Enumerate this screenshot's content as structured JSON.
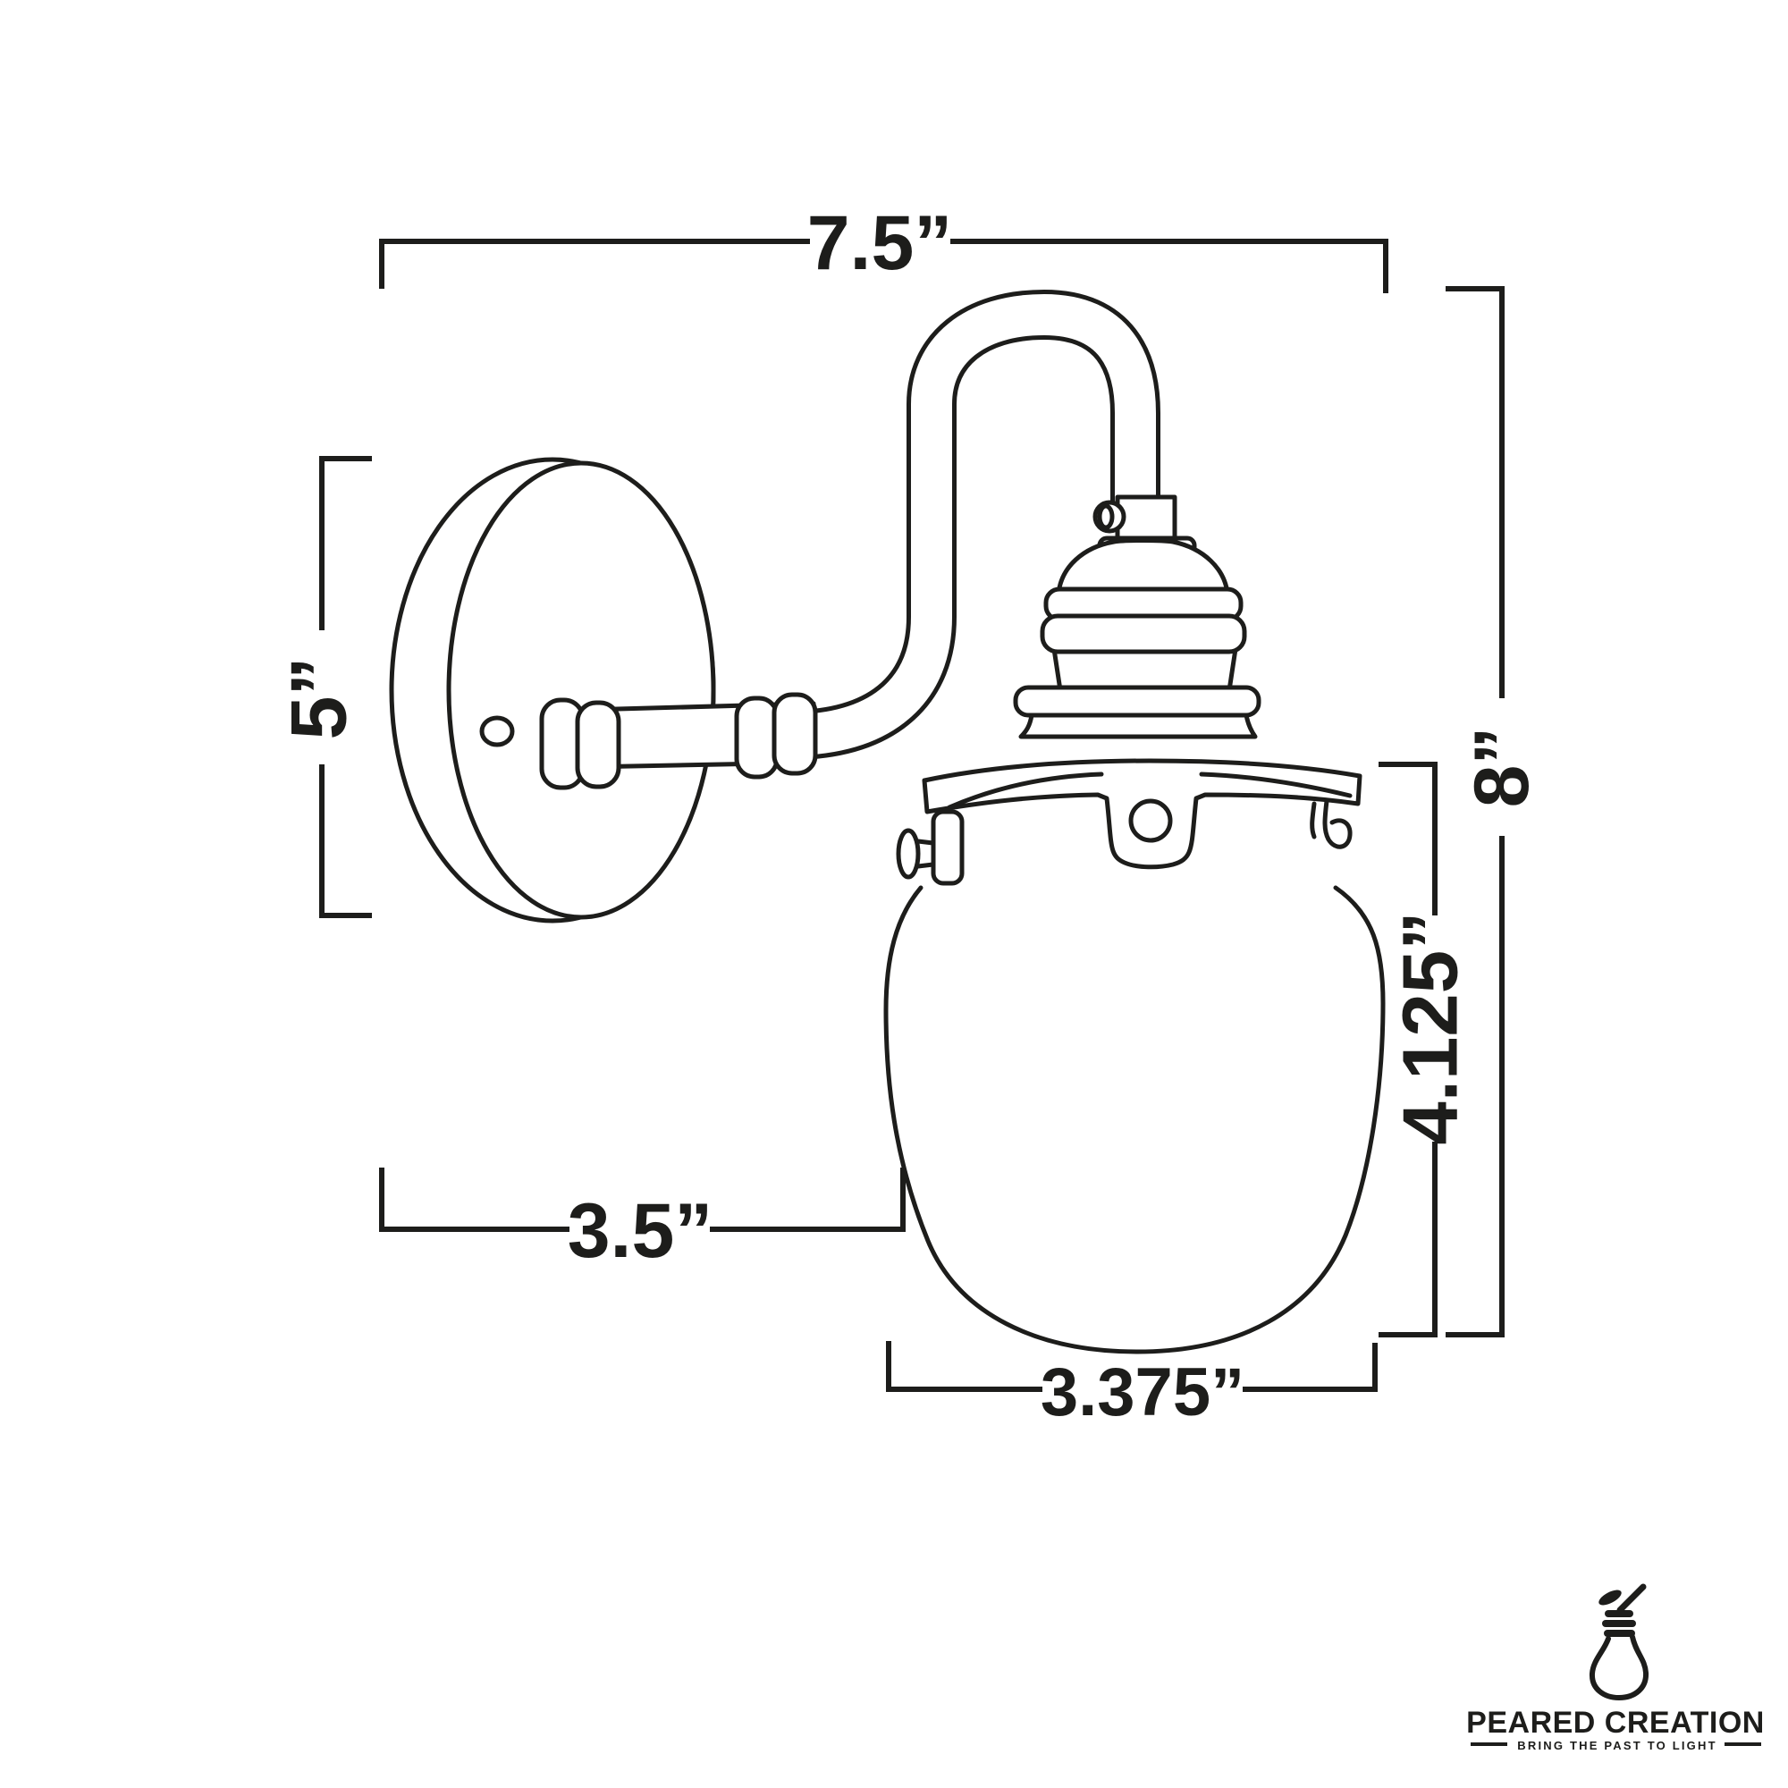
{
  "page": {
    "background_color": "#ffffff",
    "line_color": "#1d1d1b",
    "description": "Line-art dimension diagram of a gooseneck wall sconce with schoolhouse glass shade"
  },
  "dimensions": {
    "overall_width": {
      "label": "7.5”"
    },
    "overall_height": {
      "label": "8”"
    },
    "backplate_height": {
      "label": "5”"
    },
    "arm_projection": {
      "label": "3.5”"
    },
    "shade_height": {
      "label": "4.125”"
    },
    "shade_width": {
      "label": "3.375”"
    }
  },
  "logo": {
    "brand": "PEARED CREATION",
    "tagline": "BRING THE PAST TO LIGHT",
    "icon": "pear-bulb-icon"
  }
}
